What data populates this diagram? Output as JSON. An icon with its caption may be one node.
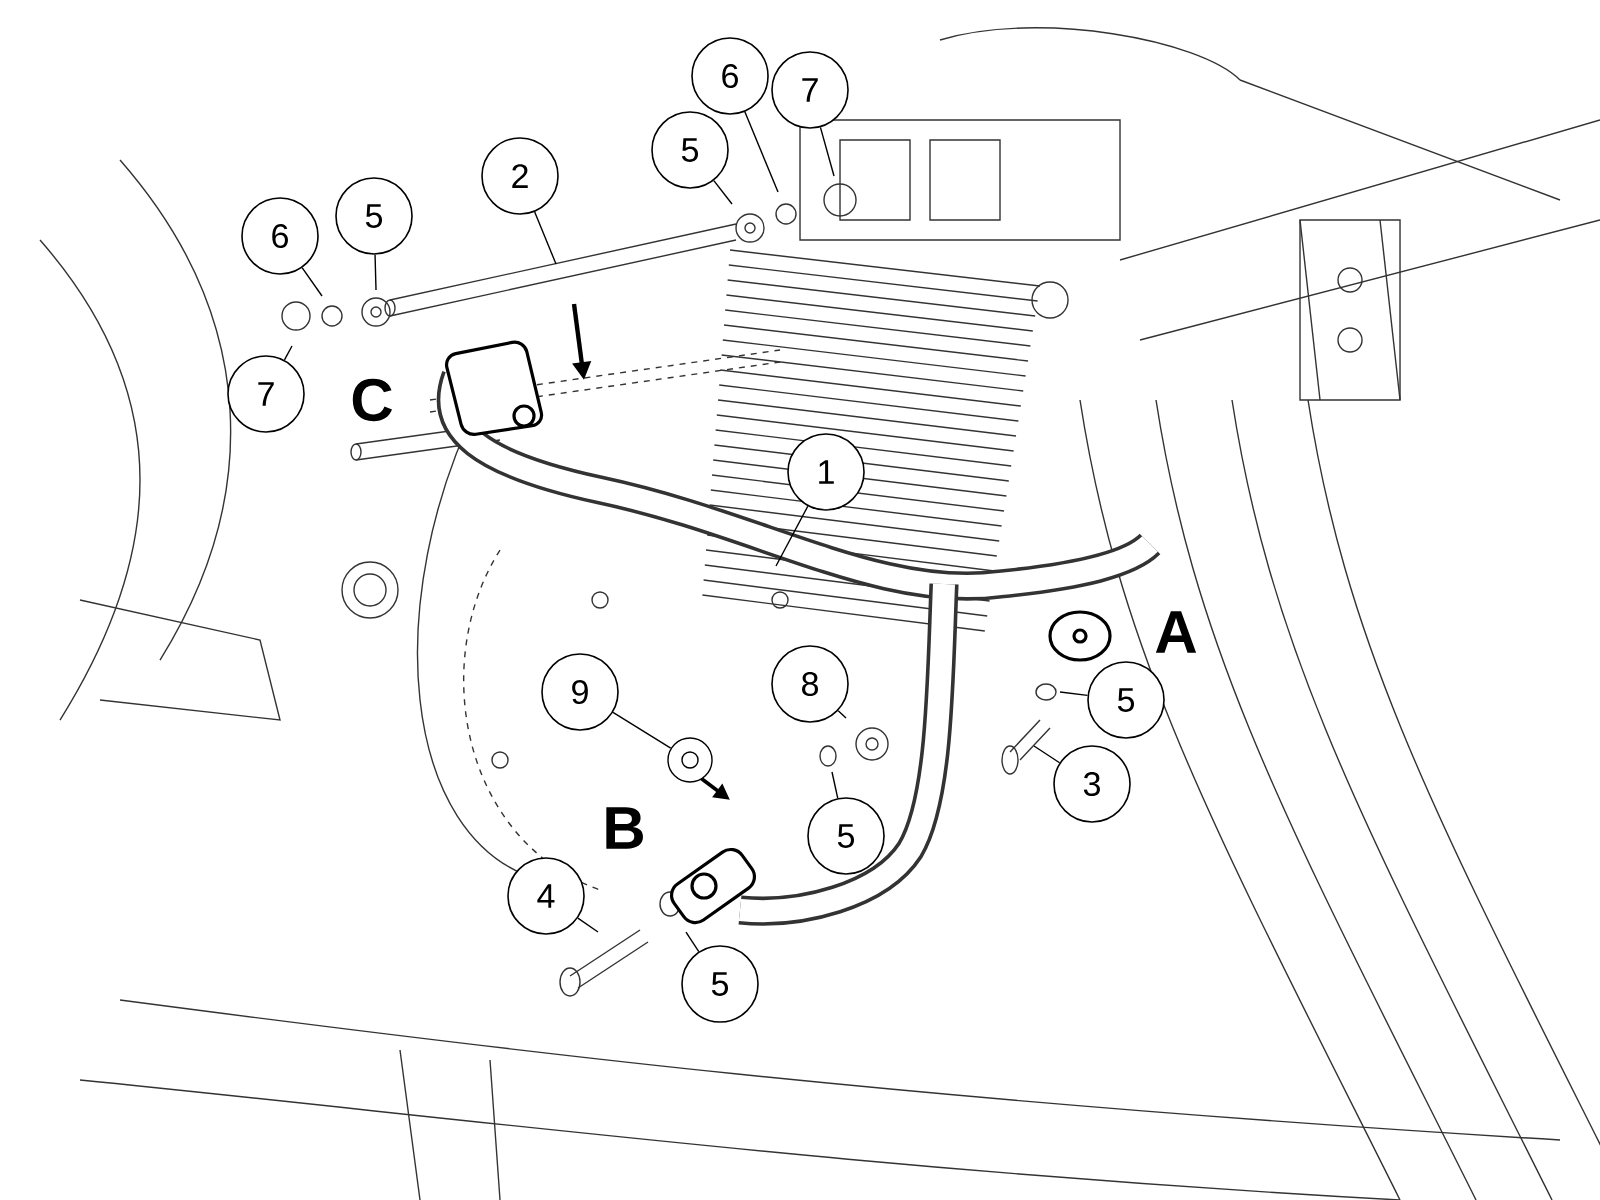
{
  "diagram": {
    "nodes": [
      {
        "text": [
          "6"
        ]
      },
      {
        "text": [
          "7"
        ]
      },
      {
        "text": [
          "5"
        ]
      },
      {
        "text": [
          "2"
        ]
      },
      {
        "text": [
          "5"
        ]
      },
      {
        "text": [
          "6"
        ]
      },
      {
        "text": [
          "7"
        ]
      },
      {
        "text": [
          "1"
        ]
      },
      {
        "text": [
          "8"
        ]
      },
      {
        "text": [
          "5"
        ]
      },
      {
        "text": [
          "9"
        ]
      },
      {
        "text": [
          "3"
        ]
      },
      {
        "text": [
          "5"
        ]
      },
      {
        "text": [
          "4"
        ]
      },
      {
        "text": [
          "5"
        ]
      },
      {
        "text": [],
        "shape": "cylinder"
      }
    ],
    "edges": [
      {
        "from": 0,
        "to": null,
        "arrow": "none"
      },
      {
        "from": 1,
        "to": null,
        "arrow": "none"
      },
      {
        "from": 2,
        "to": null,
        "arrow": "none"
      },
      {
        "from": 3,
        "to": null,
        "arrow": "none"
      },
      {
        "from": 4,
        "to": null,
        "arrow": "none"
      },
      {
        "from": 5,
        "to": null,
        "arrow": "none"
      },
      {
        "from": 6,
        "to": null,
        "arrow": "none"
      },
      {
        "from": 7,
        "to": null,
        "arrow": "none"
      },
      {
        "from": 8,
        "to": null,
        "arrow": "none"
      },
      {
        "from": 9,
        "to": null,
        "arrow": "none"
      },
      {
        "from": 10,
        "to": 15,
        "arrow": "none"
      },
      {
        "from": 11,
        "to": null,
        "arrow": "none"
      },
      {
        "from": 12,
        "to": null,
        "arrow": "none"
      },
      {
        "from": 13,
        "to": null,
        "arrow": "none"
      },
      {
        "from": 14,
        "to": null,
        "arrow": "none"
      }
    ],
    "labels": [
      "C",
      "A",
      "B"
    ]
  }
}
